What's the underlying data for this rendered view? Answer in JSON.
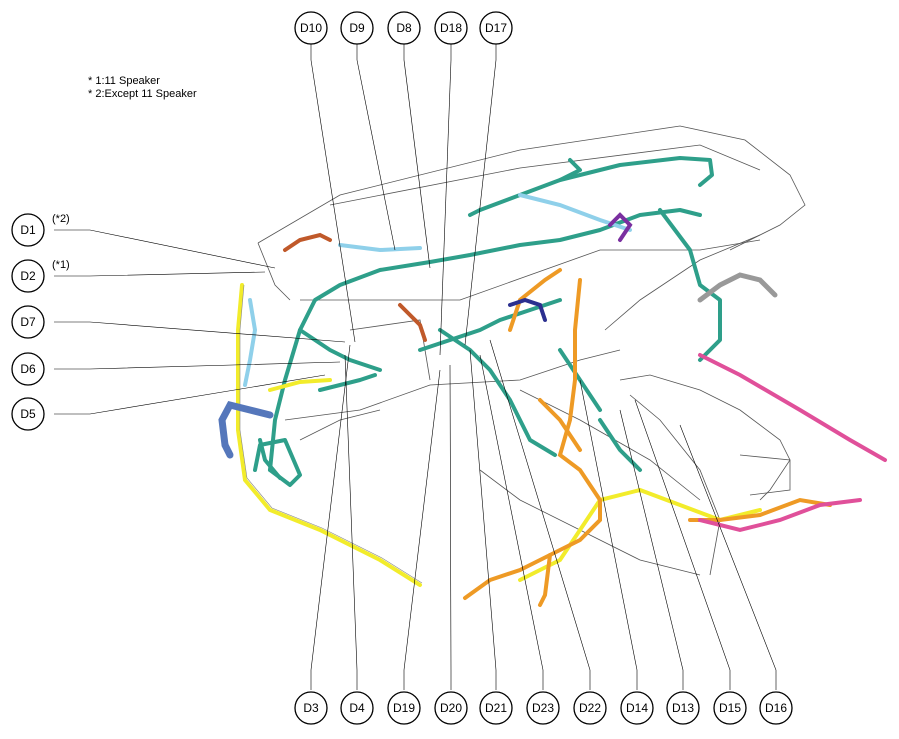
{
  "notes": [
    "* 1:11 Speaker",
    "* 2:Except 11 Speaker"
  ],
  "connectors": {
    "top": [
      "D10",
      "D9",
      "D8",
      "D18",
      "D17"
    ],
    "left": [
      "D1",
      "D2",
      "D7",
      "D6",
      "D5"
    ],
    "bottom": [
      "D3",
      "D4",
      "D19",
      "D20",
      "D21",
      "D23",
      "D22",
      "D14",
      "D13",
      "D15",
      "D16"
    ]
  },
  "captions": {
    "d1": "(*2)",
    "d2": "(*1)"
  },
  "colors": {
    "harness_teal": "#2e9f8a",
    "harness_yellow": "#f2ec2b",
    "harness_orange": "#ee9a25",
    "harness_pink": "#e0509a",
    "harness_lightblue": "#8fd0ea",
    "harness_blue": "#5577bb",
    "harness_purple": "#7a2fa0",
    "harness_brown": "#c0592a",
    "outline": "#333333",
    "dash_line": "#999999"
  }
}
